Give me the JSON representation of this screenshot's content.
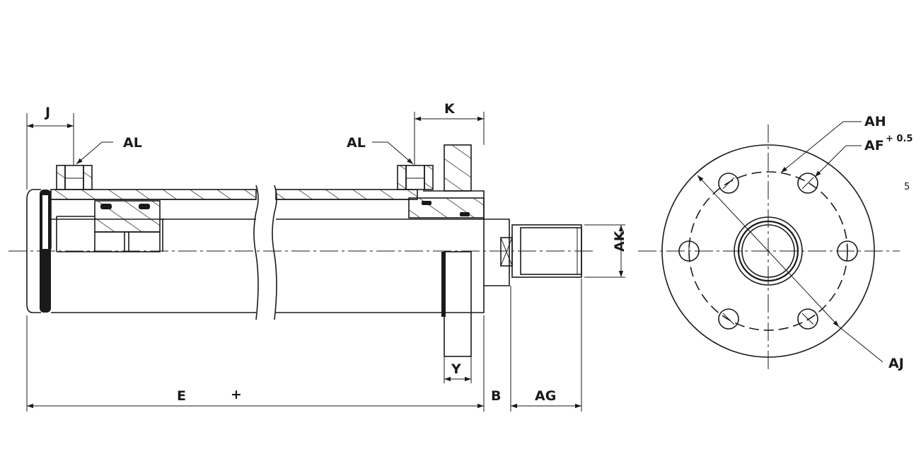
{
  "labels": {
    "j": "J",
    "k": "K",
    "al_left": "AL",
    "al_right": "AL",
    "ak": "AK",
    "y": "Y",
    "e": "E",
    "plus": "+",
    "b": "B",
    "ag": "AG",
    "ah": "AH",
    "af": "AF",
    "af_tolerance": "+ 0.5",
    "aj": "AJ",
    "side_note": "5"
  }
}
